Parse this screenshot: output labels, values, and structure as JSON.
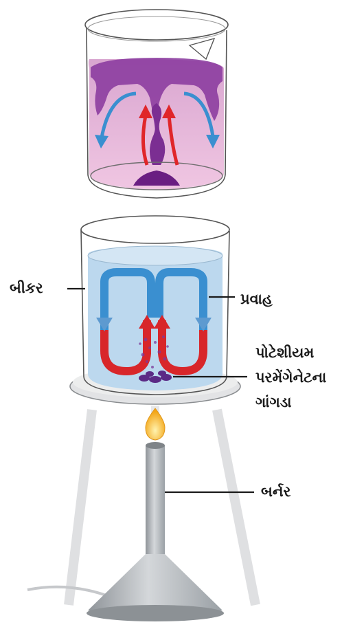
{
  "labels": {
    "beaker": "બીકર",
    "current": "પ્રવાહ",
    "crystals_line1": "પોટેશીયમ",
    "crystals_line2": "પરમેંગેનેટના",
    "crystals_line3": "ગાંગડા",
    "burner": "બર્નર"
  },
  "colors": {
    "purple": "#8a3a9e",
    "pink_liquid": "#e8b4d6",
    "water": "#bcd8ee",
    "hot_arrow": "#e0262a",
    "cold_arrow": "#3a8fd0",
    "flame": "#f6b21e",
    "metal": "#b0b4b8"
  }
}
